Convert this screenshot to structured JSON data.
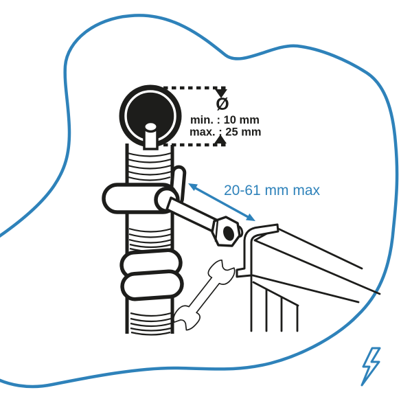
{
  "annotations": {
    "diameter": {
      "symbol": "Ø",
      "min": "min. : 10 mm",
      "max": "max. : 25 mm"
    },
    "clamp_width": {
      "range": "20-61 mm max"
    }
  },
  "icons": {
    "lightning_bolt": "lightning-bolt-icon"
  },
  "colors": {
    "accent": "#2e82ba",
    "ink": "#1d1d1b",
    "background": "#ffffff"
  }
}
